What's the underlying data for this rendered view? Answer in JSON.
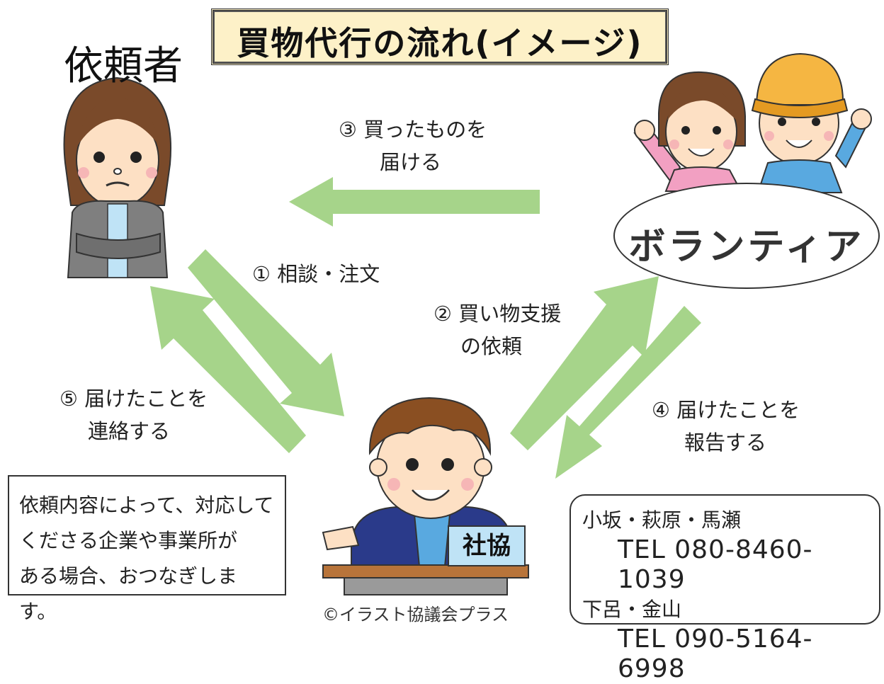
{
  "title": "買物代行の流れ(イメージ)",
  "requester_label": "依頼者",
  "volunteer_label": "ボランティア",
  "desk_sign": "社協",
  "steps": {
    "s1": "① 相談・注文",
    "s2_line1": "② 買い物支援",
    "s2_line2": "の依頼",
    "s3_line1": "③ 買ったものを",
    "s3_line2": "届ける",
    "s4_line1": "④ 届けたことを",
    "s4_line2": "報告する",
    "s5_line1": "⑤ 届けたことを",
    "s5_line2": "連絡する"
  },
  "note": {
    "line1": "依頼内容によって、対応して",
    "line2": "くださる企業や事業所が",
    "line3": "ある場合、おつなぎします。"
  },
  "contacts": [
    {
      "area": "小坂・萩原・馬瀬",
      "tel": "TEL 080-8460-1039"
    },
    {
      "area": "下呂・金山",
      "tel": "TEL 090-5164-6998"
    }
  ],
  "credit": "©イラスト協議会プラス",
  "colors": {
    "arrow": "#a6d48a",
    "title_bg": "#fdf1c8",
    "sign_bg": "#bfe3f6"
  }
}
